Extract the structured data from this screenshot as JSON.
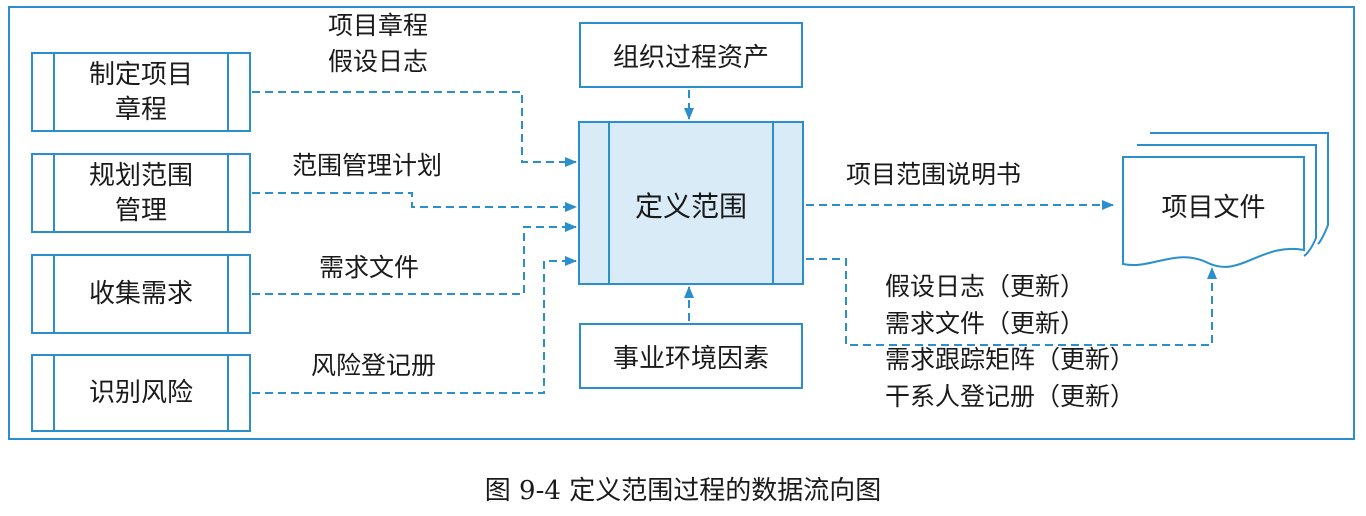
{
  "processes": [
    {
      "id": "develop_charter",
      "line1": "制定项目",
      "line2": "章程"
    },
    {
      "id": "plan_scope",
      "line1": "规划范围",
      "line2": "管理"
    },
    {
      "id": "collect_req",
      "line1": "收集需求",
      "line2": ""
    },
    {
      "id": "identify_risk",
      "line1": "识别风险",
      "line2": ""
    }
  ],
  "inputs": {
    "charter_line1": "项目章程",
    "charter_line2": "假设日志",
    "scope_plan": "范围管理计划",
    "req_doc": "需求文件",
    "risk_register": "风险登记册"
  },
  "top_box": "组织过程资产",
  "bottom_box": "事业环境因素",
  "center_process": "定义范围",
  "output_label": "项目范围说明书",
  "output_doc": "项目文件",
  "updates": [
    "假设日志（更新）",
    "需求文件（更新）",
    "需求跟踪矩阵（更新）",
    "干系人登记册（更新）"
  ],
  "caption": "图 9-4    定义范围过程的数据流向图",
  "colors": {
    "line": "#2a8fcc",
    "center_fill": "#d8ebf7"
  }
}
